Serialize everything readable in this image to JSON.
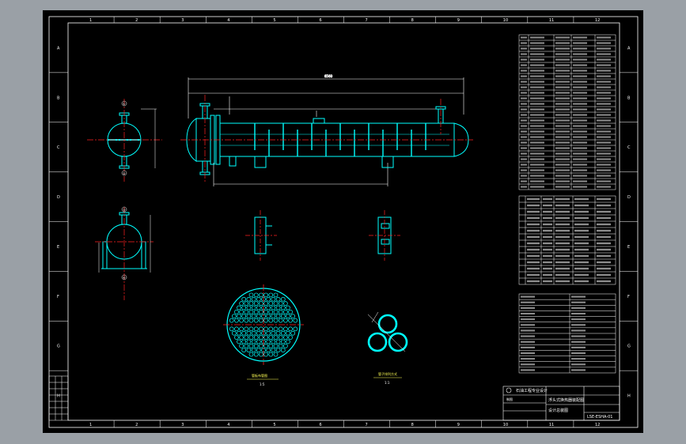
{
  "drawing": {
    "colors": {
      "background": "#000000",
      "frame": "#ffffff",
      "vessel": "#00ffff",
      "centerline": "#ff2020",
      "dimension": "#ffffff",
      "text": "#ffffff",
      "highlight": "#ffff55"
    },
    "zone_columns": [
      "1",
      "2",
      "3",
      "4",
      "5",
      "6",
      "7",
      "8",
      "9",
      "10",
      "11",
      "12"
    ],
    "zone_rows": [
      "A",
      "B",
      "C",
      "D",
      "E",
      "F",
      "G",
      "H"
    ],
    "nozzle_marks": [
      "①",
      "②",
      "③",
      "④"
    ],
    "view_labels": {
      "tubesheet": "管板布管图",
      "tube_pattern": "管子排列方式"
    },
    "view_scales": {
      "tubesheet": "1:5",
      "tube_pattern": "1:1"
    },
    "title_block": {
      "school": "石油工程专业设计",
      "drawing_name": "浮头式换热器装配图",
      "sheet_title": "设计总装图",
      "drawing_number": "LSE-ESHA-01",
      "stamp_text": "制图"
    }
  }
}
